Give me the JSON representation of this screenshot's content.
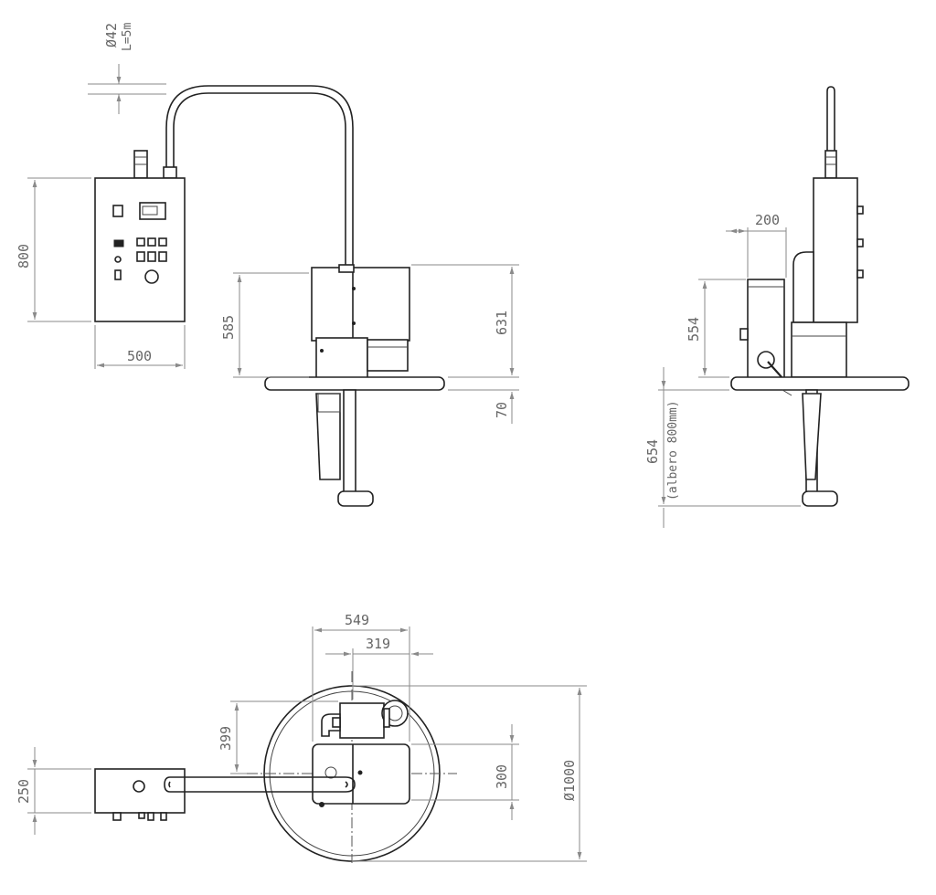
{
  "dimensions": {
    "hose_diameter": "Ø42",
    "hose_length": "L=5m",
    "panel_height": "800",
    "panel_width": "500",
    "machine_height": "585",
    "machine_total_height": "631",
    "table_offset": "70",
    "side_depth": "200",
    "side_height": "554",
    "column_height": "654",
    "column_note": "(albero 800mm)",
    "top_width": "549",
    "top_offset": "319",
    "top_depth": "399",
    "panel_depth": "250",
    "machine_depth": "300",
    "table_diameter": "Ø1000"
  }
}
